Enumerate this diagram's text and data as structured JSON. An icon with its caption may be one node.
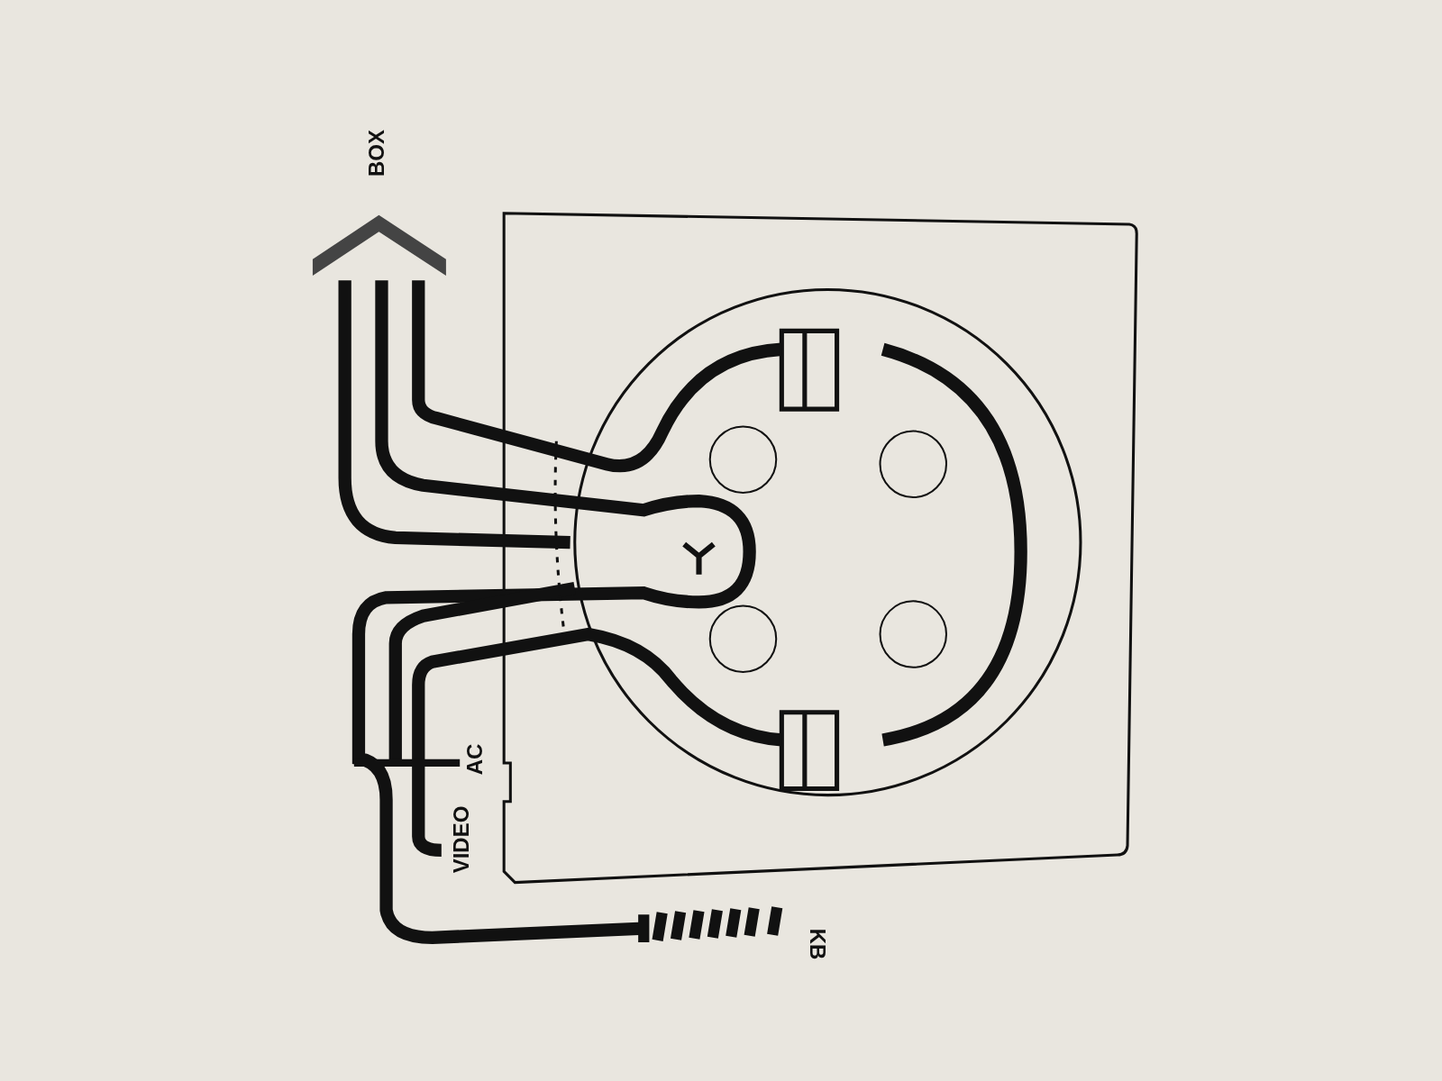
{
  "diagram": {
    "labels": [
      "BOX",
      "AC",
      "VIDEO",
      "KB"
    ]
  }
}
